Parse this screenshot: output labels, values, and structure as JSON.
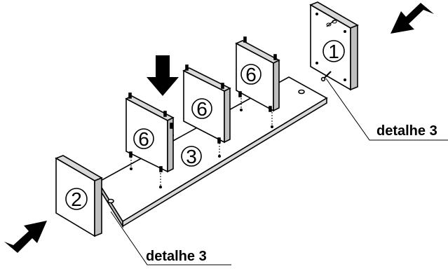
{
  "parts": {
    "part_1": "1",
    "part_2": "2",
    "part_3": "3",
    "part_6_left": "6",
    "part_6_middle": "6",
    "part_6_right": "6"
  },
  "callouts": {
    "detail_top_right": "detalhe 3",
    "detail_bottom": "detalhe 3"
  },
  "arrows": [
    "arrow-top-right",
    "arrow-top-center",
    "arrow-bottom-left"
  ],
  "colors": {
    "line": "#000000",
    "panel_face": "#ffffff",
    "panel_shade": "#d9d9d9"
  }
}
